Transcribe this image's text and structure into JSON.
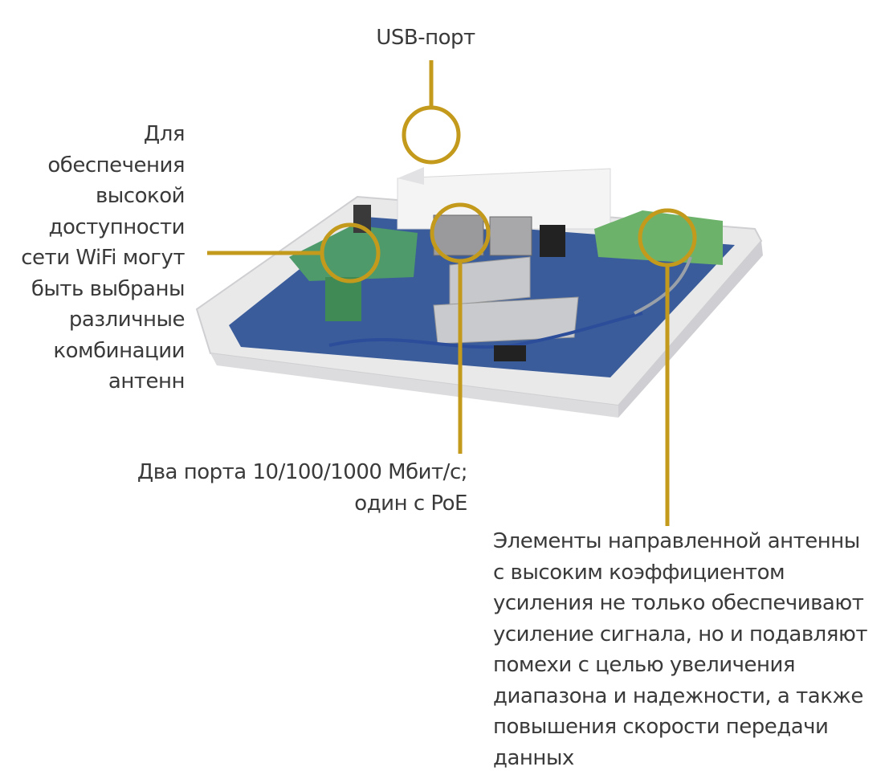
{
  "accent_color": "#C49A1C",
  "callouts": {
    "usb": {
      "label": "USB-порт"
    },
    "antennas": {
      "lines": [
        "Для",
        "обеспечения",
        "высокой",
        "доступности",
        "сети WiFi могут",
        "быть выбраны",
        "различные",
        "комбинации",
        "антенн"
      ]
    },
    "ports": {
      "lines": [
        "Два порта 10/100/1000 Мбит/с;",
        "один с PoE"
      ]
    },
    "directional": {
      "lines": [
        "Элементы направленной антенны",
        "с высоким коэффициентом",
        "усиления не только обеспечивают",
        "усиление сигнала, но и подавляют",
        "помехи с целью увеличения",
        "диапазона и надежности, а также",
        "повышения скорости передачи",
        "данных"
      ]
    }
  }
}
